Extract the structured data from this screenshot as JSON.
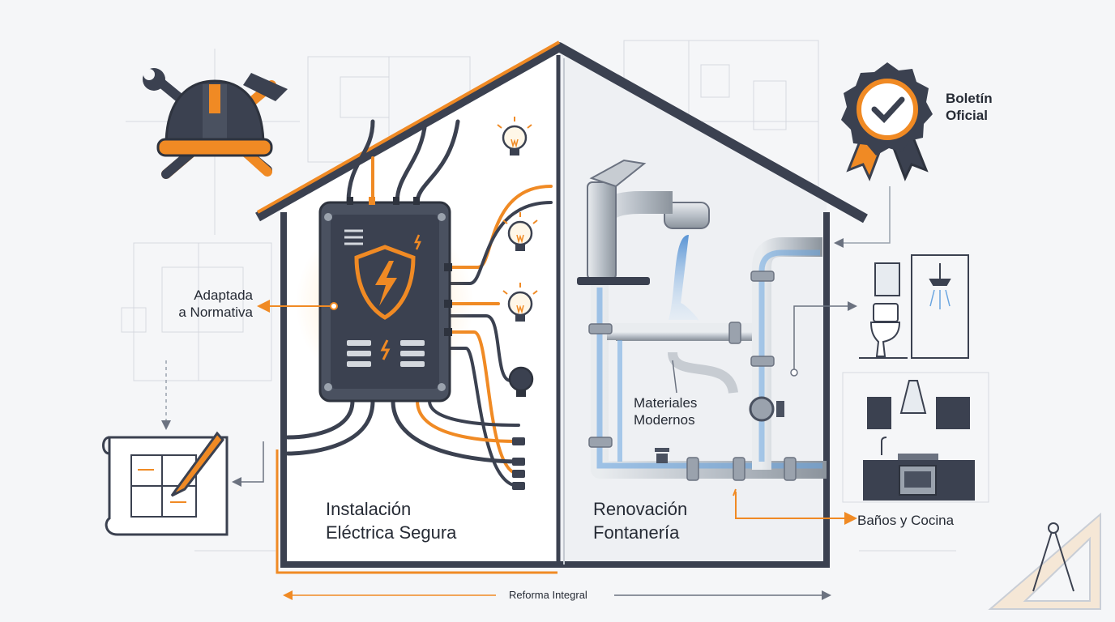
{
  "labels": {
    "normativa": [
      "Adaptada",
      "a Normativa"
    ],
    "boletin": [
      "Boletín",
      "Oficial"
    ],
    "electrica": [
      "Instalación",
      "Eléctrica Segura"
    ],
    "fontaneria": [
      "Renovación",
      "Fontanería"
    ],
    "materiales": [
      "Materiales",
      "Modernos"
    ],
    "banos_cocina": "Baños y Cocina",
    "reforma": "Reforma Integral"
  },
  "colors": {
    "accent": "#f08a24",
    "dark": "#3b4150",
    "water": "#6aa5e0",
    "background": "#f5f6f8"
  },
  "icons": [
    "hard-hat-icon",
    "wrench-icon",
    "hammer-icon",
    "certificate-badge-icon",
    "lightbulb-icon",
    "faucet-icon",
    "blueprint-pencil-icon",
    "toilet-icon",
    "shower-icon",
    "kitchen-icon",
    "drafting-compass-icon",
    "lightning-shield-icon"
  ]
}
